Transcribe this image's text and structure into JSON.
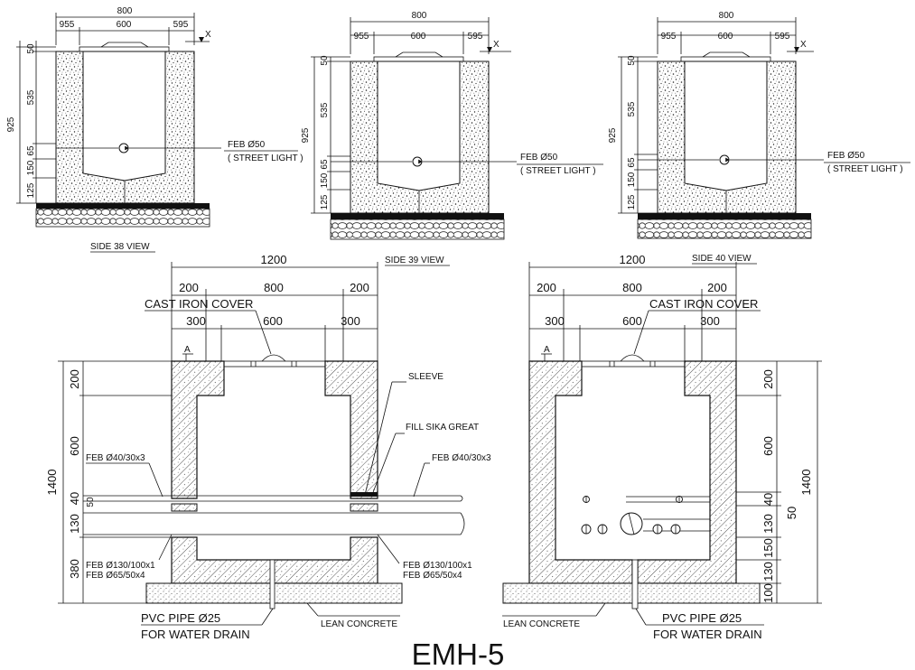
{
  "drawing_title": "EMH-5",
  "side_views": [
    {
      "caption": "SIDE 38 VIEW",
      "dims_top": {
        "overall": "800",
        "left": "955",
        "center": "600",
        "right": "595"
      },
      "dims_side": {
        "total": "925",
        "cover": "50",
        "upper": "535",
        "pipe": "65",
        "lower": "150",
        "base": "125"
      },
      "level_mark": "X",
      "pipe_label": "FEB Ø50",
      "pipe_note": "( STREET LIGHT )"
    },
    {
      "caption": "SIDE 39 VIEW",
      "dims_top": {
        "overall": "800",
        "left": "955",
        "center": "600",
        "right": "595"
      },
      "dims_side": {
        "total": "925",
        "cover": "50",
        "upper": "535",
        "pipe": "65",
        "lower": "150",
        "base": "125"
      },
      "level_mark": "X",
      "pipe_label": "FEB Ø50",
      "pipe_note": "( STREET LIGHT )"
    },
    {
      "caption": "SIDE 40 VIEW",
      "dims_top": {
        "overall": "800",
        "left": "955",
        "center": "600",
        "right": "595"
      },
      "dims_side": {
        "total": "925",
        "cover": "50",
        "upper": "535",
        "pipe": "65",
        "lower": "150",
        "base": "125"
      },
      "level_mark": "X",
      "pipe_label": "FEB Ø50",
      "pipe_note": "( STREET LIGHT )"
    }
  ],
  "sections": [
    {
      "dims_top": {
        "overall": "1200",
        "wall_l": "200",
        "inner": "800",
        "wall_r": "200",
        "slab_l": "300",
        "opening": "600",
        "slab_r": "300"
      },
      "dims_side": {
        "total": "1400",
        "top": "200",
        "mid": "600",
        "row1": "40",
        "row1b": "50",
        "row2": "130",
        "bottom": "380"
      },
      "cover_label": "CAST IRON COVER",
      "section_mark": "A",
      "sleeve_label": "SLEEVE",
      "fill_label": "FILL SIKA GREAT",
      "pipe_upper_left": "FEB Ø40/30x3",
      "pipe_upper_right": "FEB Ø40/30x3",
      "pipe_lower_left_1": "FEB Ø130/100x1",
      "pipe_lower_left_2": "FEB Ø65/50x4",
      "pipe_lower_right_1": "FEB Ø130/100x1",
      "pipe_lower_right_2": "FEB Ø65/50x4",
      "drain_label_1": "PVC PIPE Ø25",
      "drain_label_2": "FOR WATER DRAIN",
      "concrete_label": "LEAN CONCRETE"
    },
    {
      "dims_top": {
        "overall": "1200",
        "wall_l": "200",
        "inner": "800",
        "wall_r": "200",
        "slab_l": "300",
        "opening": "600",
        "slab_r": "300"
      },
      "dims_side": {
        "total": "1400",
        "top": "200",
        "mid": "600",
        "row1": "40",
        "row1b": "50",
        "row2": "130",
        "row3": "150",
        "row4": "130",
        "bottom": "100"
      },
      "cover_label": "CAST IRON COVER",
      "section_mark": "A",
      "drain_label_1": "PVC PIPE Ø25",
      "drain_label_2": "FOR WATER DRAIN",
      "concrete_label": "LEAN CONCRETE"
    }
  ]
}
